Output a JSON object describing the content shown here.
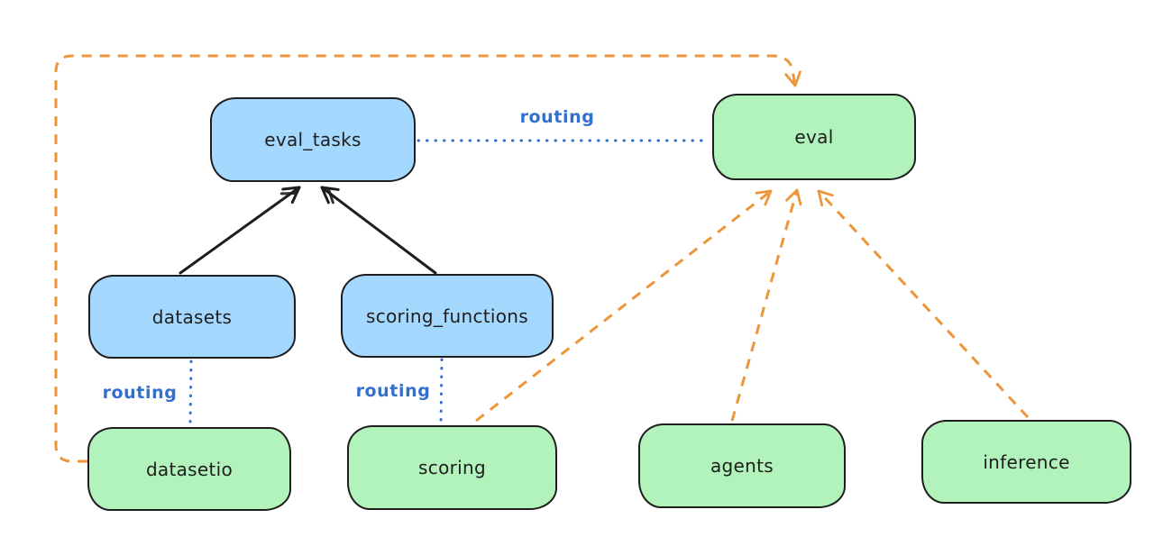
{
  "colors": {
    "blue_fill": "#a5d8ff",
    "green_fill": "#b2f2bb",
    "ink": "#1e1e1e",
    "routing_blue": "#3370cd",
    "arrow_orange": "#ec9639",
    "background": "#ffffff"
  },
  "nodes": {
    "eval_tasks": {
      "label": "eval_tasks",
      "fill": "blue"
    },
    "eval": {
      "label": "eval",
      "fill": "green"
    },
    "datasets": {
      "label": "datasets",
      "fill": "blue"
    },
    "scoring_functions": {
      "label": "scoring_functions",
      "fill": "blue"
    },
    "datasetio": {
      "label": "datasetio",
      "fill": "green"
    },
    "scoring": {
      "label": "scoring",
      "fill": "green"
    },
    "agents": {
      "label": "agents",
      "fill": "green"
    },
    "inference": {
      "label": "inference",
      "fill": "green"
    }
  },
  "edges": {
    "eval_tasks_to_eval": {
      "label": "routing",
      "style": "dotted-blue"
    },
    "datasets_to_datasetio": {
      "label": "routing",
      "style": "dotted-blue"
    },
    "scoring_functions_to_scoring": {
      "label": "routing",
      "style": "dotted-blue"
    },
    "datasets_to_eval_tasks": {
      "style": "solid-black-arrow"
    },
    "scoring_functions_to_eval_tasks": {
      "style": "solid-black-arrow"
    },
    "scoring_to_eval": {
      "style": "dashed-orange-arrow"
    },
    "agents_to_eval": {
      "style": "dashed-orange-arrow"
    },
    "inference_to_eval": {
      "style": "dashed-orange-arrow"
    },
    "datasetio_to_eval": {
      "style": "dashed-orange-arrow-loop"
    }
  }
}
